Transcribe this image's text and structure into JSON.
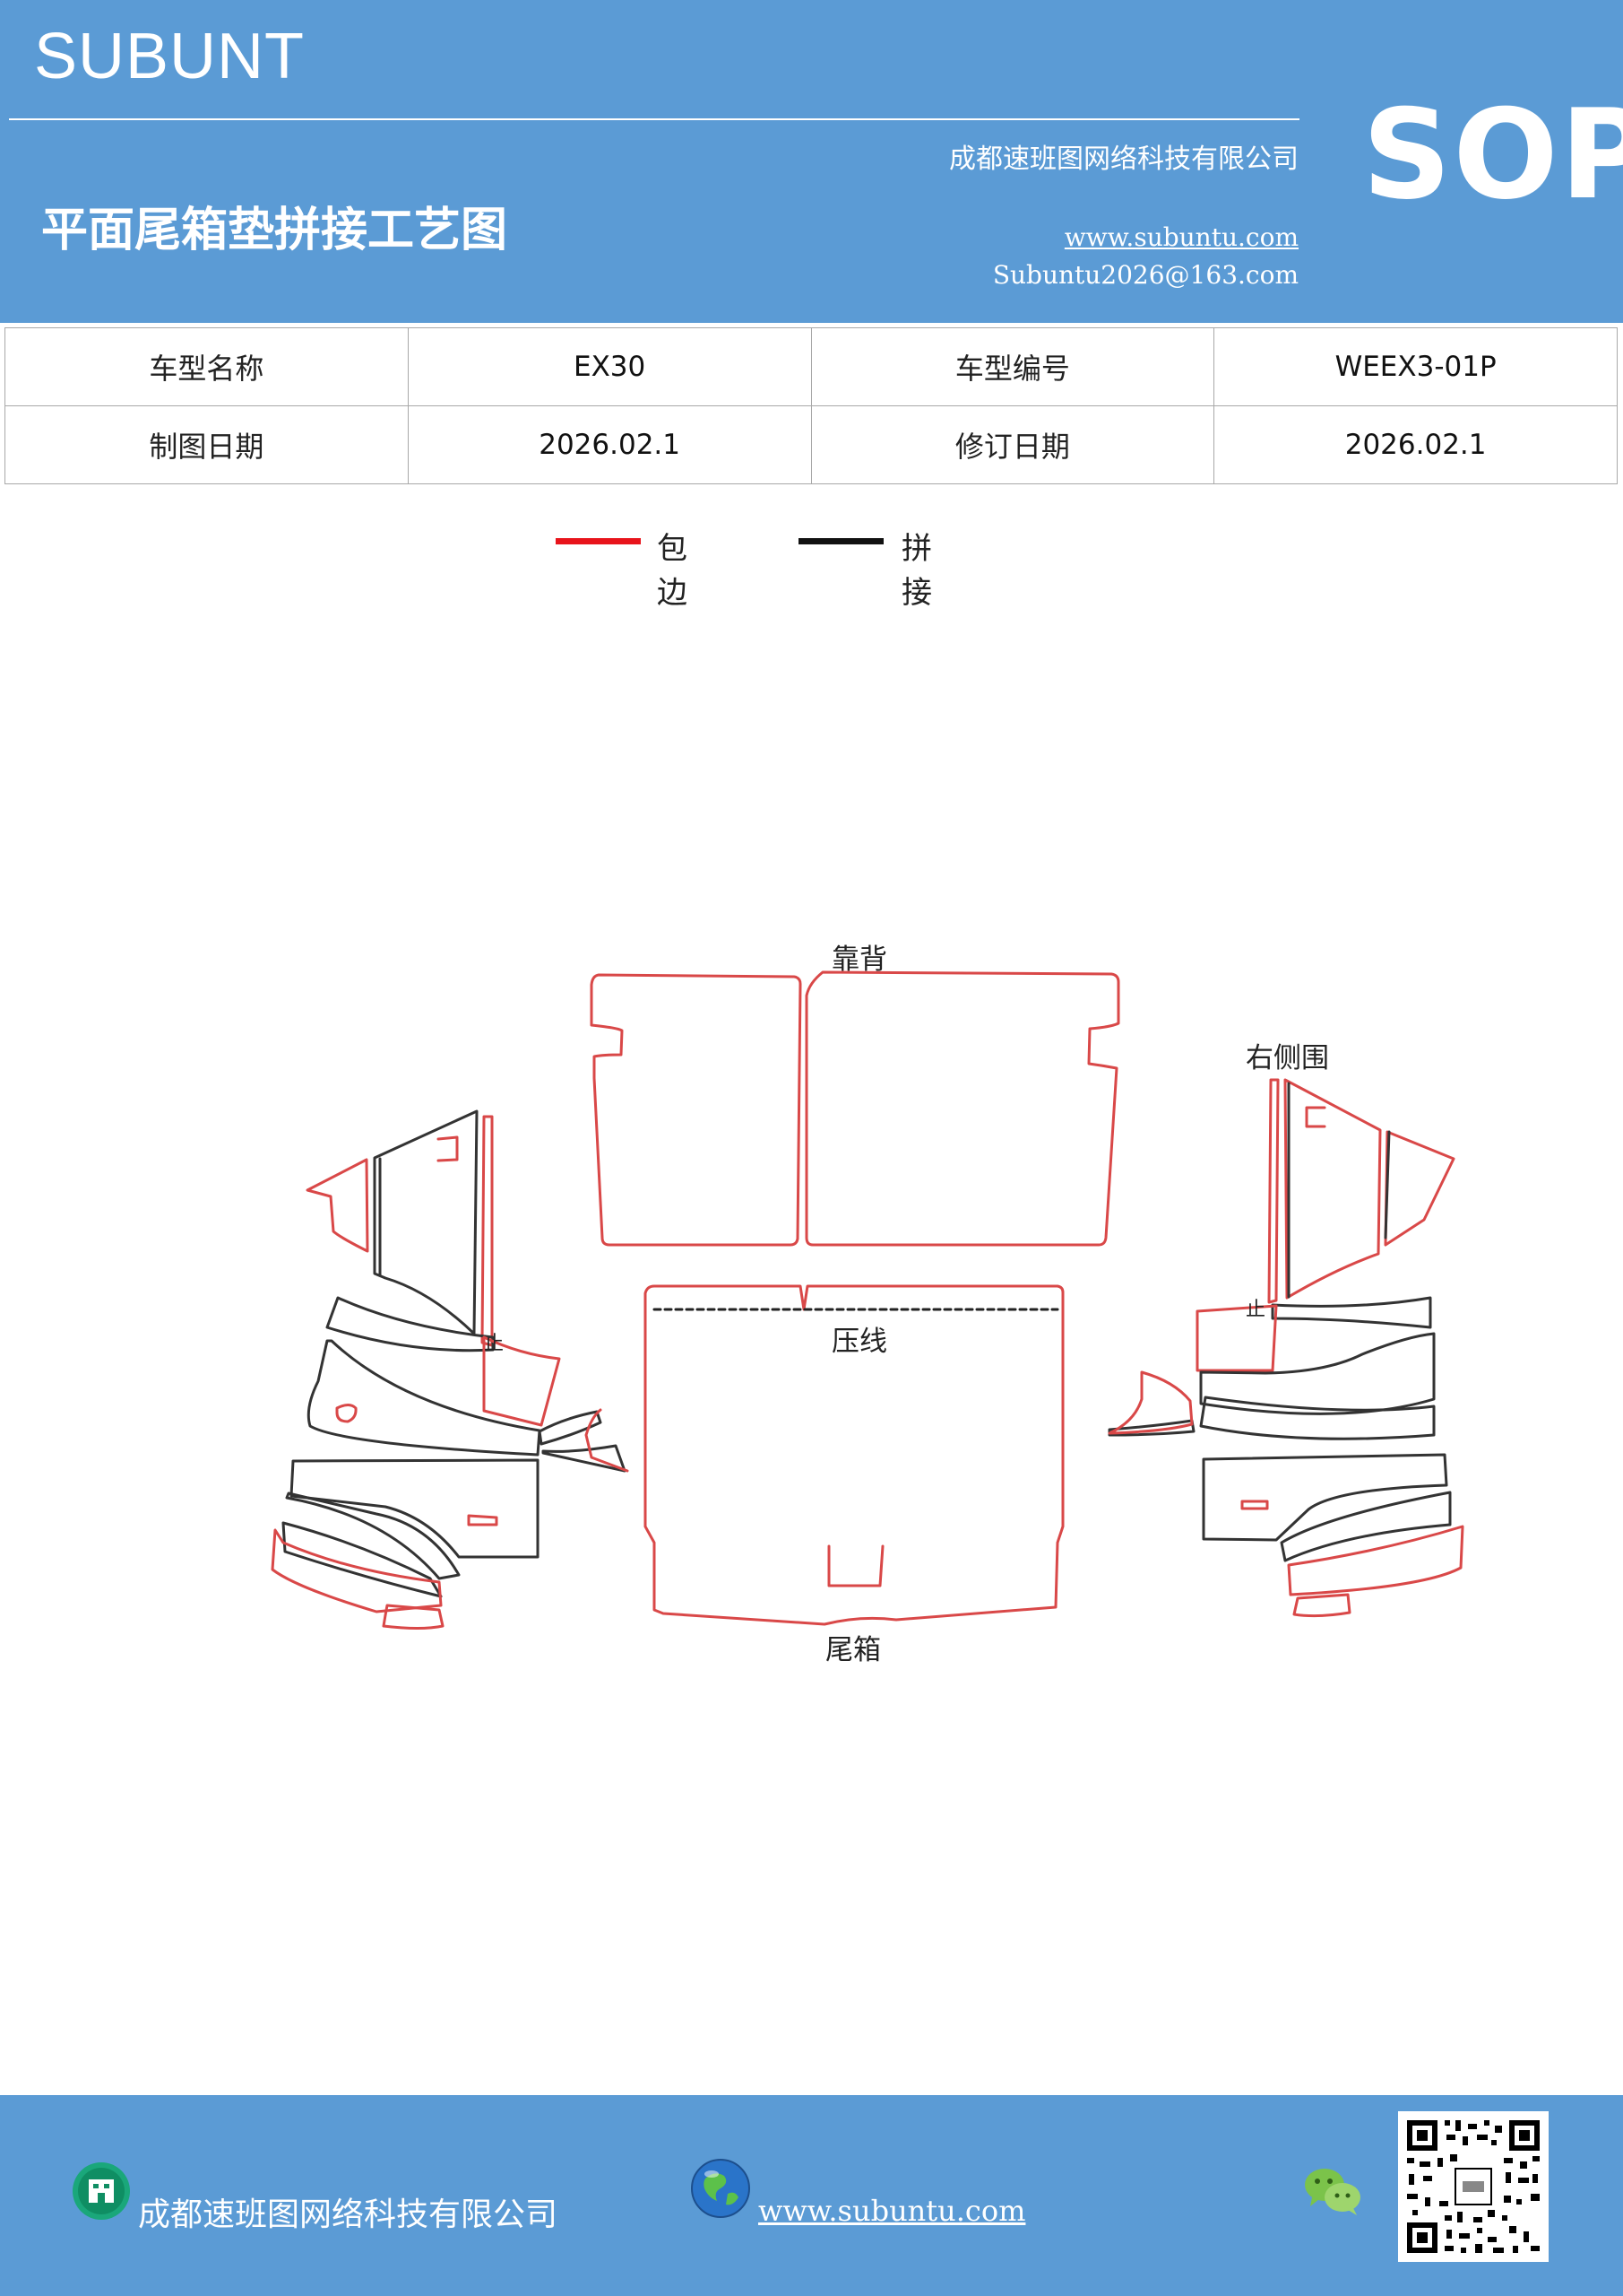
{
  "header": {
    "brand": "SUBUNT",
    "doc_title": "平面尾箱垫拼接工艺图",
    "company": "成都速班图网络科技有限公司",
    "website": "www.subuntu.com",
    "email": "Subuntu2026@163.com",
    "sop": "SOP"
  },
  "info_table": {
    "rows": [
      [
        "车型名称",
        "EX30",
        "车型编号",
        "WEEX3-01P"
      ],
      [
        "制图日期",
        "2026.02.1",
        "修订日期",
        "2026.02.1"
      ]
    ]
  },
  "legend": {
    "items": [
      {
        "label": "包边",
        "color": "#e8141b"
      },
      {
        "label": "拼接",
        "color": "#111111"
      }
    ]
  },
  "diagram": {
    "labels": {
      "backrest": "靠背",
      "right_side": "右侧围",
      "press_line": "压线",
      "trunk": "尾箱",
      "mark_left": "止",
      "mark_right": "止"
    },
    "colors": {
      "edge_binding": "#d94848",
      "seam": "#333333"
    }
  },
  "footer": {
    "company": "成都速班图网络科技有限公司",
    "website": "www.subuntu.com",
    "icons": [
      "building-icon",
      "globe-icon",
      "wechat-icon",
      "qr-code"
    ]
  }
}
